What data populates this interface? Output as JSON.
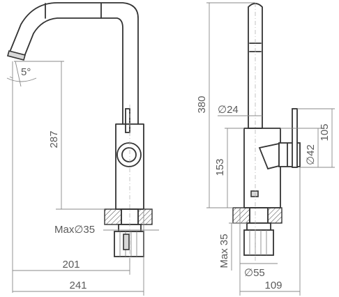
{
  "diagram": {
    "left_view": {
      "angle_label": "5°",
      "height_label": "287",
      "max_label": "Max∅35",
      "width1_label": "201",
      "width2_label": "241"
    },
    "right_view": {
      "total_height_label": "380",
      "spout_dia_label": "∅24",
      "body_height_label": "153",
      "lever_height_label": "105",
      "body_dia_label": "∅42",
      "thread_label": "Max 35",
      "base_dia_label": "∅55",
      "depth_label": "109"
    }
  }
}
